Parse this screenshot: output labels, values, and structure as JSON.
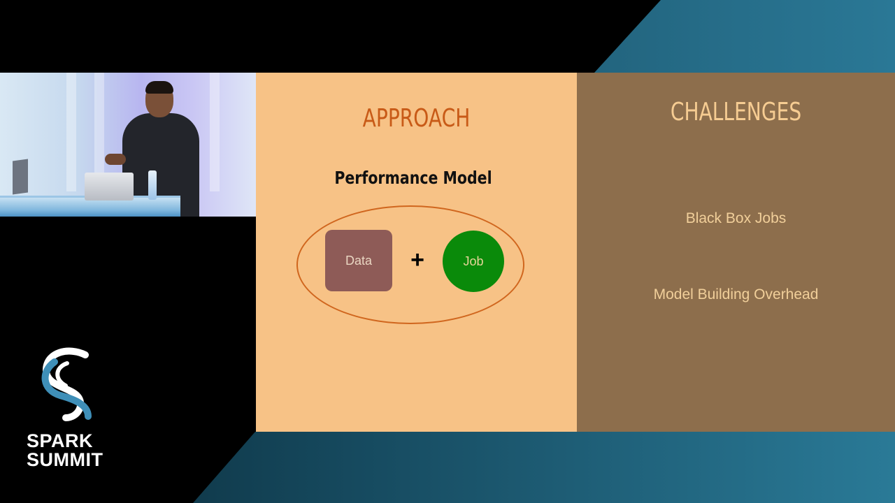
{
  "slide": {
    "left_panel": {
      "title": "APPROACH",
      "subtitle": "Performance Model",
      "data_label": "Data",
      "operator": "+",
      "job_label": "Job"
    },
    "right_panel": {
      "title": "CHALLENGES",
      "items": [
        "Black Box Jobs",
        "Model Building Overhead"
      ]
    }
  },
  "branding": {
    "logo_line1": "SPARK",
    "logo_line2": "SUMMIT",
    "logo_icon": "spark-summit-swirl-icon"
  },
  "colors": {
    "slide_left_bg": "#f7c286",
    "slide_right_bg": "#8d6e4c",
    "approach_title": "#c85a17",
    "data_box": "#8e5b57",
    "job_circle": "#0a8a0a",
    "accent_teal": "#2a7896"
  }
}
